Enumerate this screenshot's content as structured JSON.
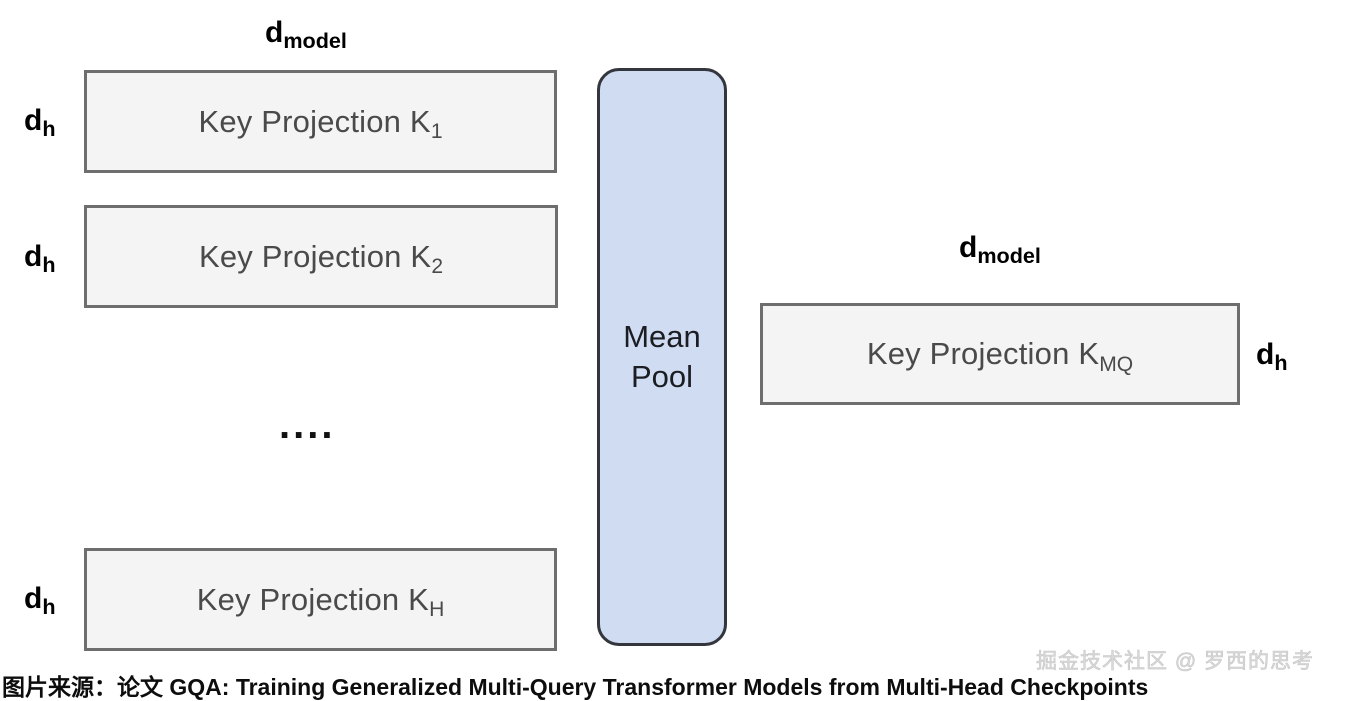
{
  "figure": {
    "title_dim_left": "d",
    "heads": [
      {
        "box_label": "Key Projection K",
        "box_sub": "1",
        "height_label": "d",
        "height_sub": "h"
      },
      {
        "box_label": "Key Projection K",
        "box_sub": "2",
        "height_label": "d",
        "height_sub": "h"
      },
      {
        "box_label": "Key Projection K",
        "box_sub": "H",
        "height_label": "d",
        "height_sub": "h"
      }
    ],
    "ellipsis": "....",
    "width_label_left": {
      "base": "d",
      "sub": "model"
    },
    "width_label_right": {
      "base": "d",
      "sub": "model"
    },
    "mean_pool": {
      "line1": "Mean",
      "line2": "Pool"
    },
    "output": {
      "box_label": "Key Projection K",
      "box_sub": "MQ",
      "height_label": "d",
      "height_sub": "h"
    }
  },
  "caption": {
    "text": "图片来源：论文 GQA: Training Generalized Multi-Query Transformer Models from Multi-Head Checkpoints"
  },
  "watermark": {
    "text": "掘金技术社区 @ 罗西的思考"
  },
  "colors": {
    "box_fill": "#f4f4f4",
    "box_border": "#6e6e6e",
    "box_text": "#4a4a4a",
    "meanpool_fill": "#cfdcf2",
    "meanpool_border": "#33363c",
    "annotation": "#000000",
    "watermark": "#d9d9d9",
    "background": "#ffffff"
  }
}
